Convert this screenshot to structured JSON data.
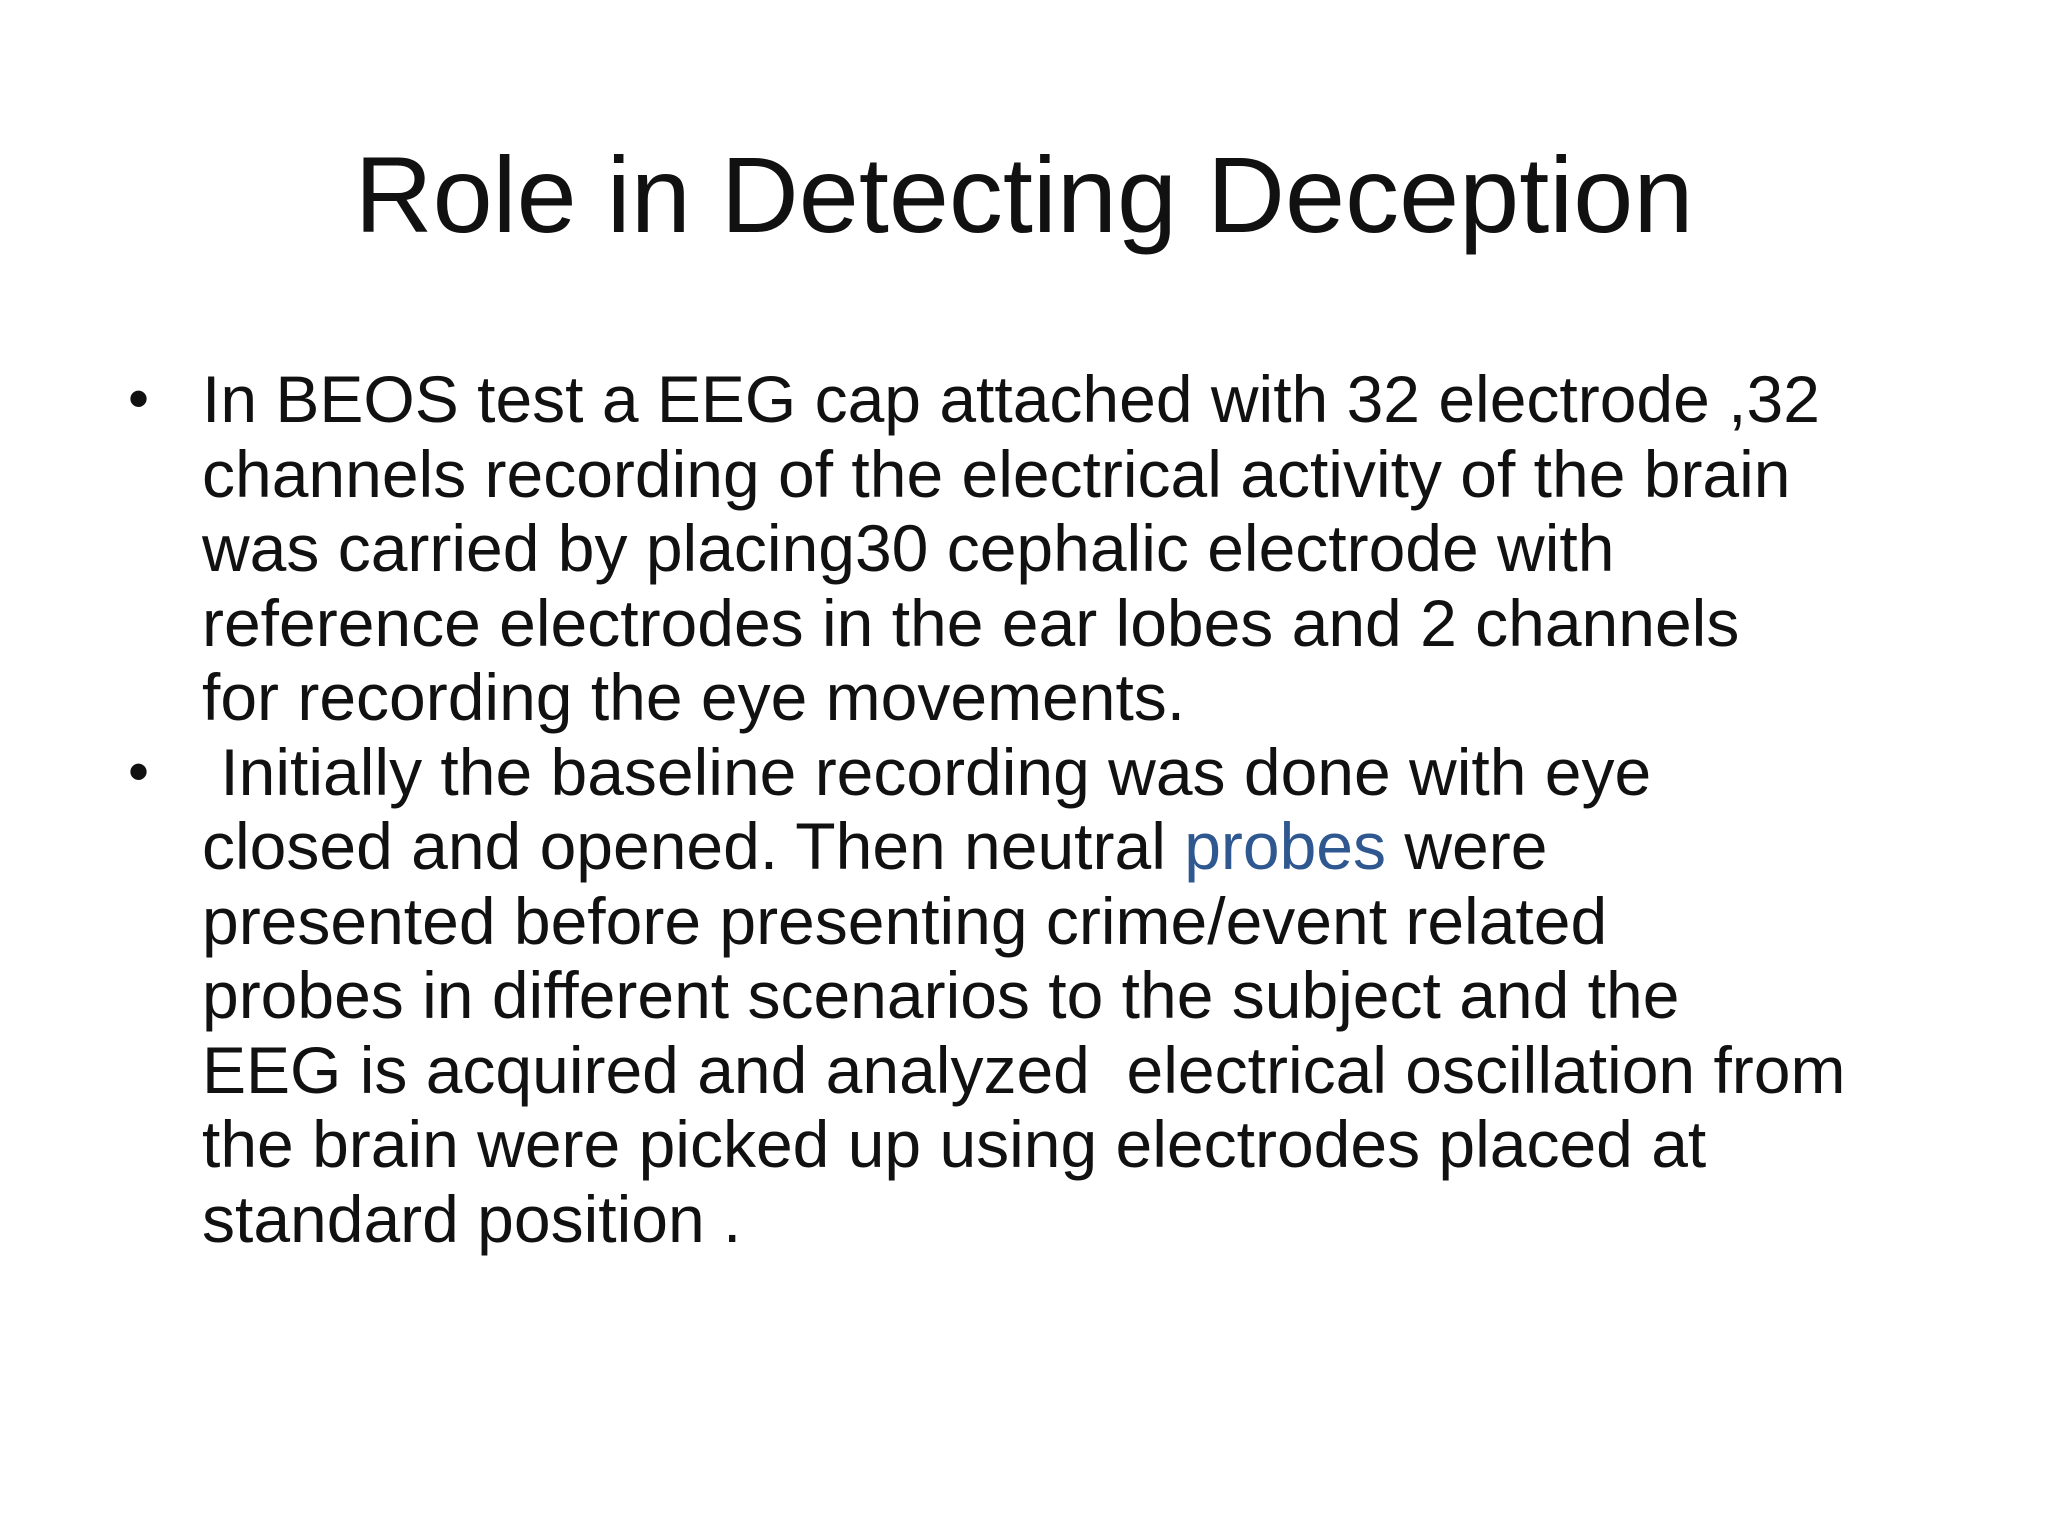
{
  "slide": {
    "title": "Role in Detecting Deception",
    "bullet_symbol": "•",
    "bullets": [
      {
        "lines": [
          "In BEOS test a EEG cap attached with 32 electrode ,32",
          "channels recording of the electrical activity of the brain",
          "was carried by placing30 cephalic electrode with",
          "reference electrodes in the ear lobes and 2 channels",
          "for recording the eye movements."
        ]
      },
      {
        "lines": [
          " Initially the baseline recording was done with eye",
          "closed and opened. Then neutral ",
          "presented before presenting crime/event related",
          "probes in different scenarios to the subject and the",
          "EEG is acquired and analyzed  electrical oscillation from",
          "the brain were picked up using electrodes placed at",
          "standard position ."
        ],
        "link_text": "probes",
        "after_link": " were"
      }
    ],
    "colors": {
      "text": "#111111",
      "link": "#2f5890",
      "background": "#ffffff"
    }
  }
}
